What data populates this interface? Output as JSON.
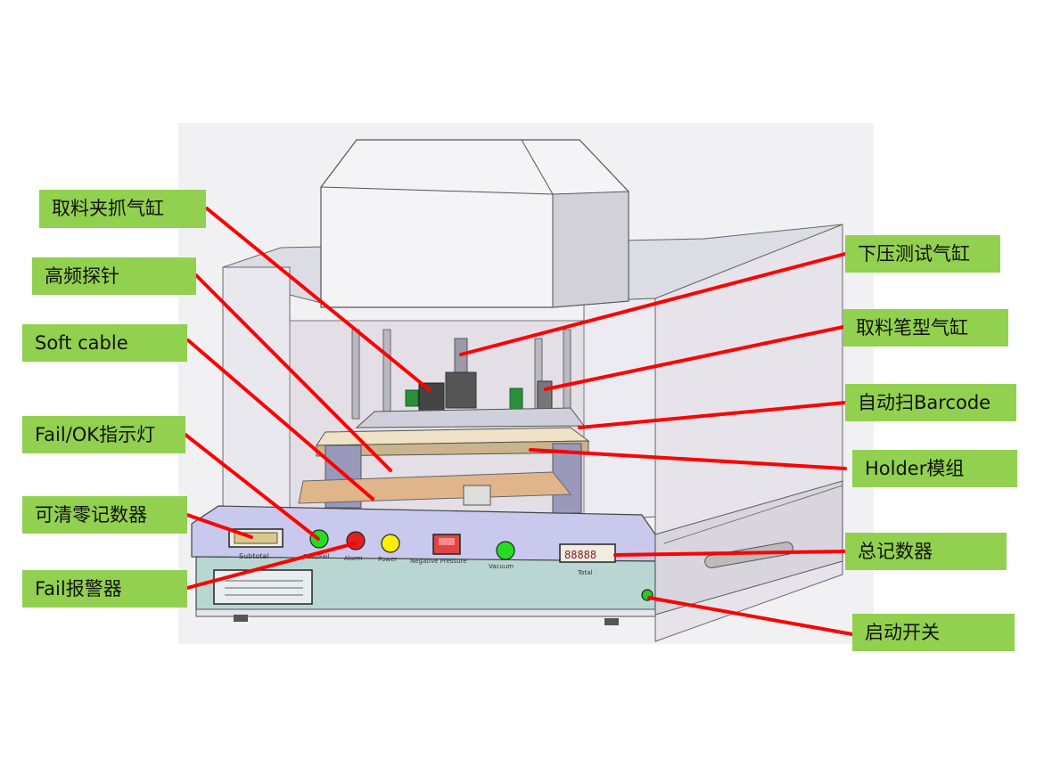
{
  "colors": {
    "callout_bg": "#92d050",
    "leader_line": "#ff0000",
    "panel_blue": "#c8c9ec",
    "panel_teal": "#b9d6d2",
    "lamp_green": "#22dd22",
    "lamp_red": "#e02020",
    "lamp_yellow": "#ffee00"
  },
  "callouts": [
    {
      "id": "gripper-cylinder",
      "label": "取料夹抓气缸"
    },
    {
      "id": "hf-probe",
      "label": "高频探针"
    },
    {
      "id": "soft-cable",
      "label": "Soft cable"
    },
    {
      "id": "fail-ok-lamp",
      "label": "Fail/OK指示灯"
    },
    {
      "id": "reset-counter",
      "label": "可清零记数器"
    },
    {
      "id": "fail-alarm",
      "label": "Fail报警器"
    },
    {
      "id": "press-cylinder",
      "label": "下压测试气缸"
    },
    {
      "id": "pen-cylinder",
      "label": "取料笔型气缸"
    },
    {
      "id": "auto-barcode",
      "label": "自动扫Barcode"
    },
    {
      "id": "holder-module",
      "label": "Holder模组"
    },
    {
      "id": "total-counter",
      "label": "总记数器"
    },
    {
      "id": "start-switch",
      "label": "启动开关"
    }
  ],
  "panel": {
    "subtotal_label": "Subtotal",
    "pass_fail_label": "Pass/Fail",
    "alarm_label": "Alarm",
    "power_label": "Power",
    "pressure_label": "Negative Pressure",
    "vacuum_label": "Vacuum",
    "total_label": "Total",
    "total_counter_value": "88888"
  }
}
